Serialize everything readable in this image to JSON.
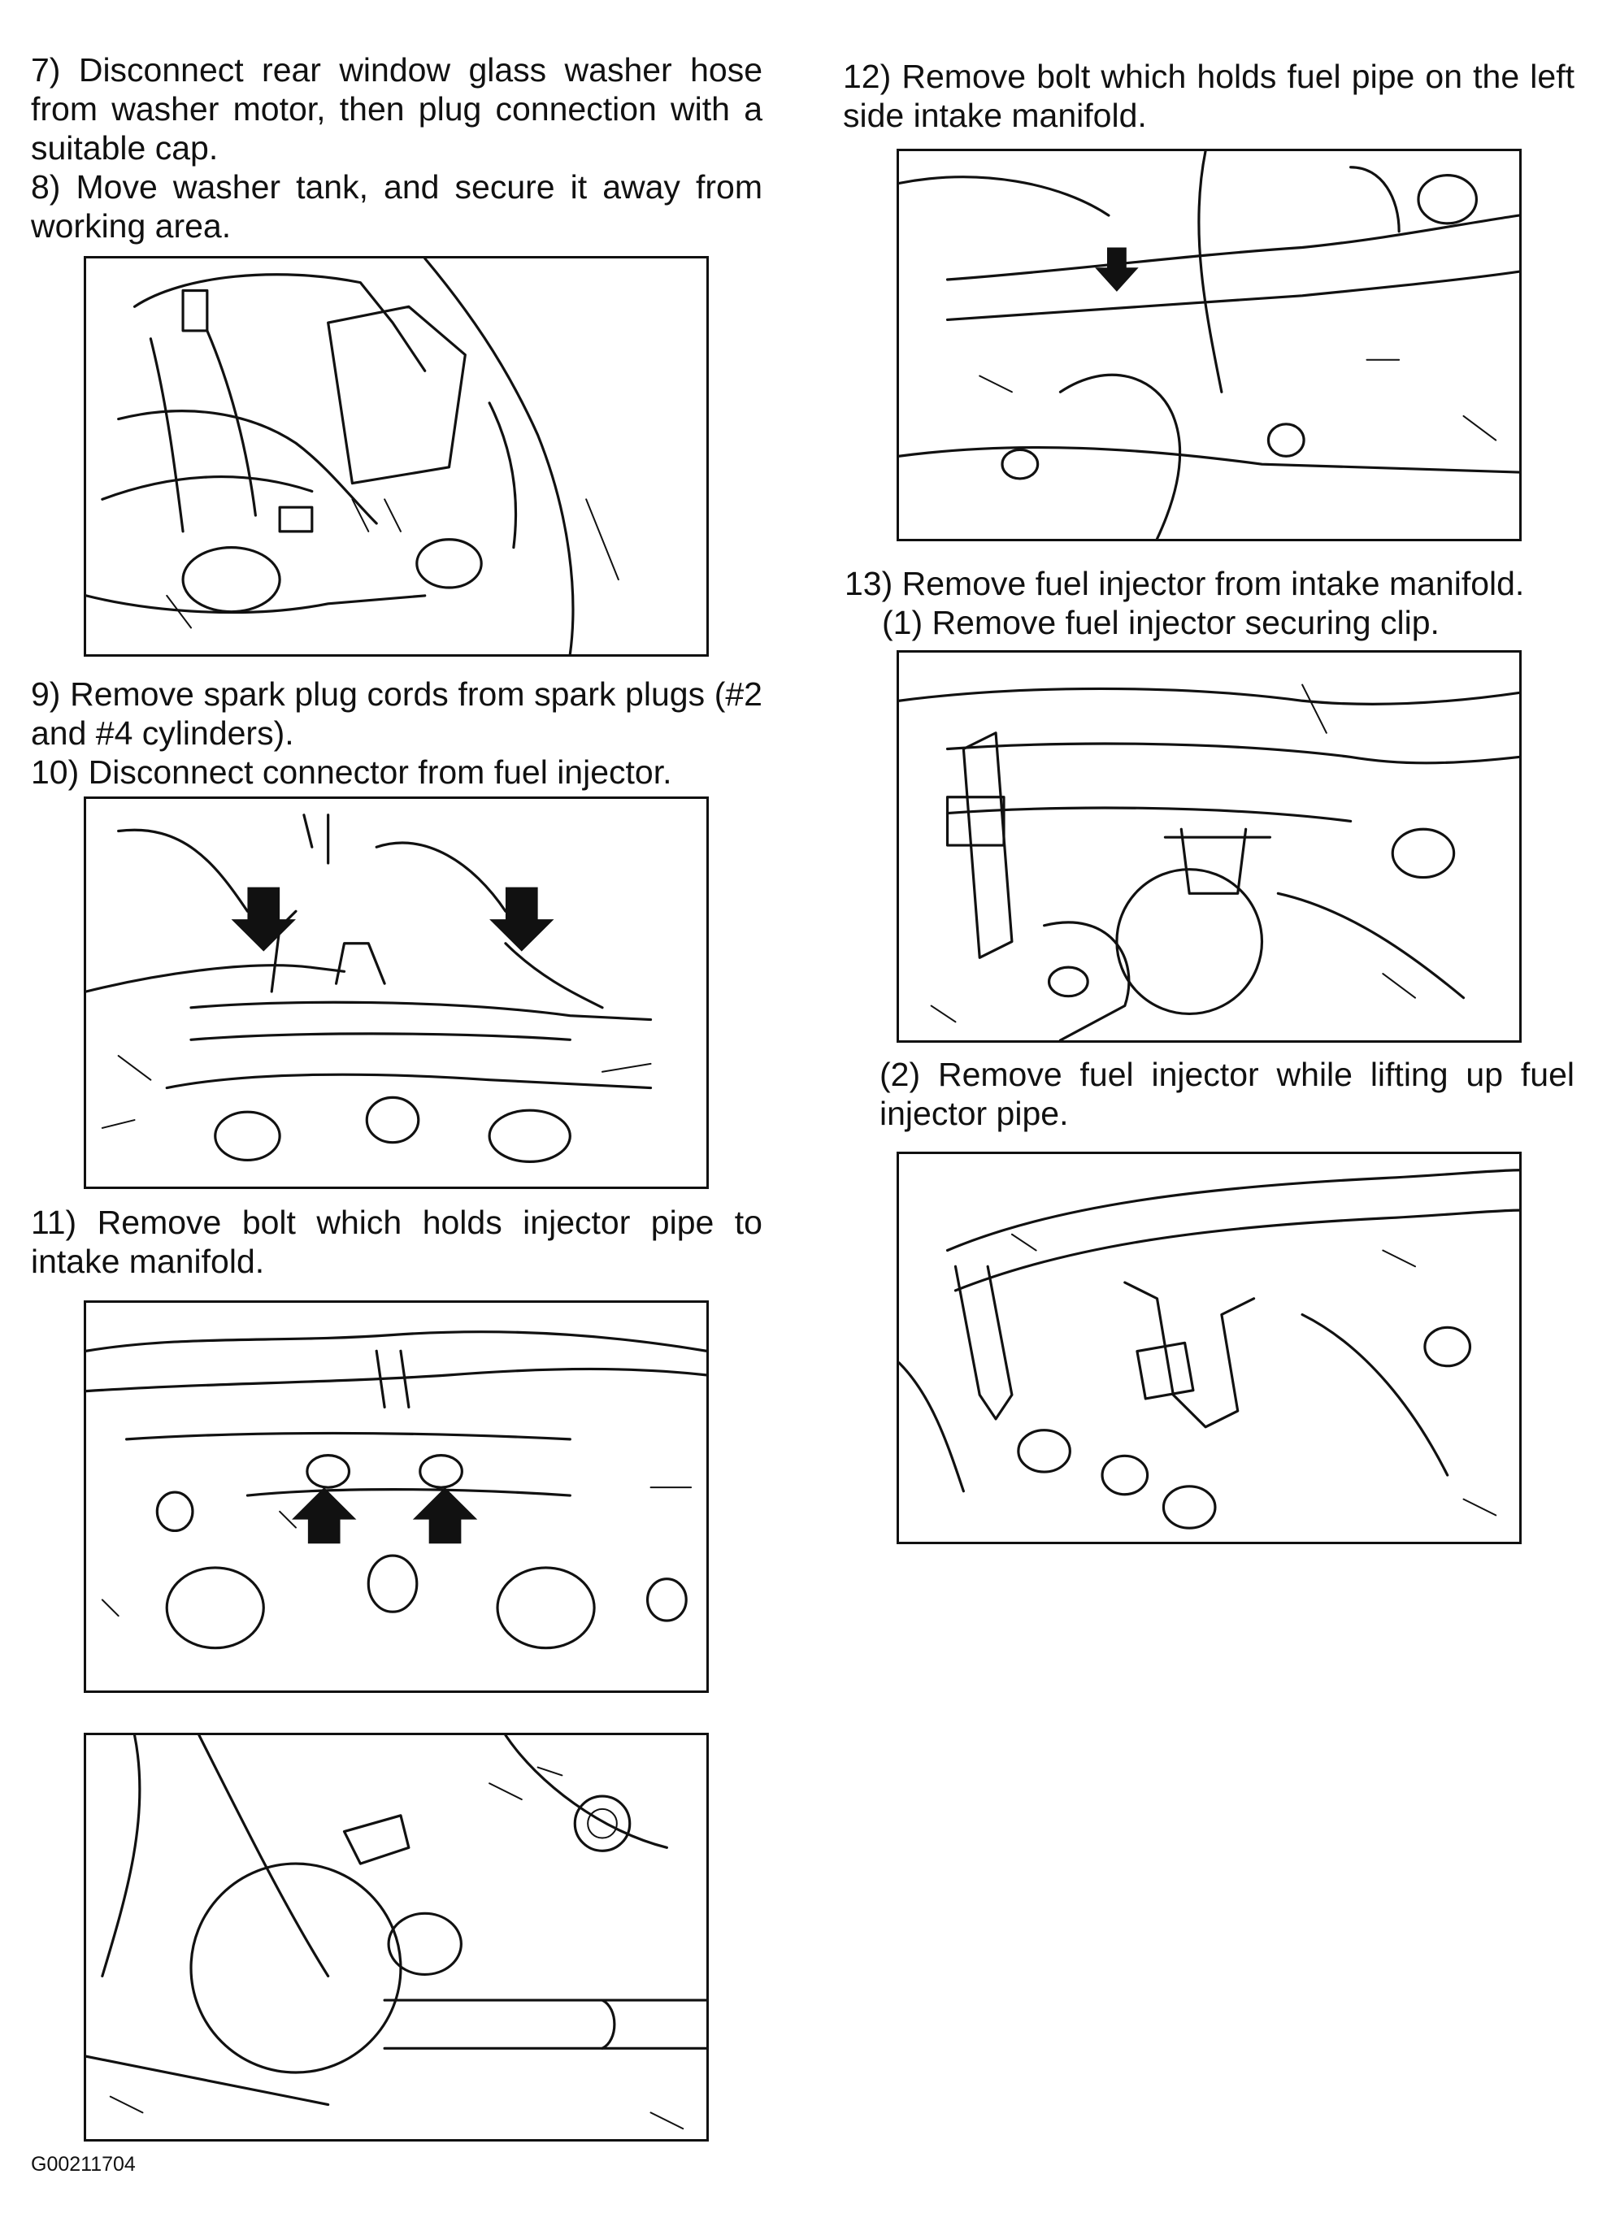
{
  "left_column": {
    "step7": "7) Disconnect rear window glass washer hose from washer motor, then plug connection with a suitable cap.",
    "step8": "8) Move washer tank, and secure it away from working area.",
    "step9": "9) Remove spark plug cords from spark plugs (#2 and #4 cylinders).",
    "step10": "10) Disconnect connector from fuel injector.",
    "step11": "11) Remove bolt which holds injector pipe to intake manifold."
  },
  "right_column": {
    "step12": "12) Remove bolt which holds fuel pipe on the left side intake manifold.",
    "step13": "13) Remove fuel injector from intake manifold.",
    "step13_1": "(1) Remove fuel injector securing clip.",
    "step13_2": "(2) Remove fuel injector while lifting up fuel injector pipe."
  },
  "figure_code": "G00211704"
}
